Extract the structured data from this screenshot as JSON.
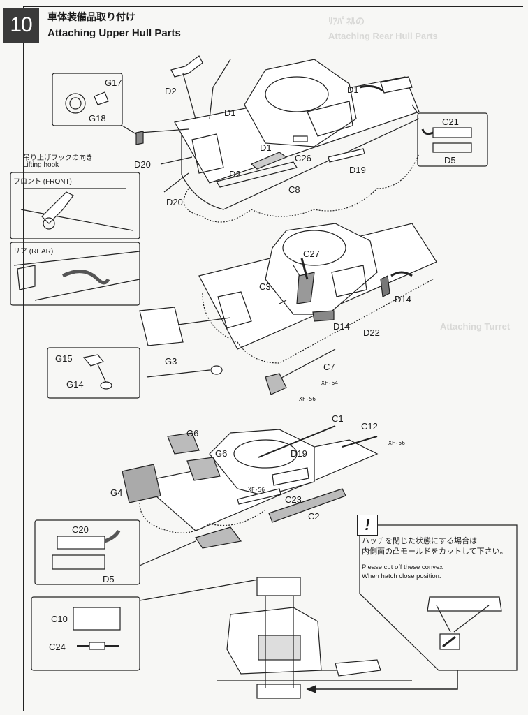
{
  "step": {
    "number": "10",
    "title_jp": "車体装備品取り付け",
    "title_en": "Attaching Upper Hull Parts"
  },
  "panel1": {
    "parts": [
      "G17",
      "G18",
      "D2",
      "D1",
      "D1",
      "D1",
      "D20",
      "D20",
      "D2",
      "C26",
      "C8",
      "D19",
      "C21",
      "D5"
    ]
  },
  "lifting_hook": {
    "caption_jp": "吊り上げフックの向き",
    "caption_en": "Lifting hook",
    "front_label": "フロント (FRONT)",
    "rear_label": "リア (REAR)"
  },
  "panel2": {
    "parts": [
      "C27",
      "C3",
      "D14",
      "D14",
      "D22",
      "G3",
      "C7",
      "G15",
      "G14"
    ],
    "paints": [
      "XF-64",
      "XF-56"
    ]
  },
  "panel3": {
    "parts": [
      "C1",
      "C12",
      "G6",
      "G6",
      "D19",
      "G4",
      "C23",
      "C2",
      "C20",
      "D5",
      "C10",
      "C24"
    ],
    "paints": [
      "XF-56",
      "XF-56"
    ]
  },
  "note": {
    "icon": "exclamation-icon",
    "symbol": "!",
    "text_jp_line1": "ハッチを閉じた状態にする場合は",
    "text_jp_line2": "内側面の凸モールドをカットして下さい。",
    "text_en_line1": "Please cut off these convex",
    "text_en_line2": "When hatch close position."
  }
}
